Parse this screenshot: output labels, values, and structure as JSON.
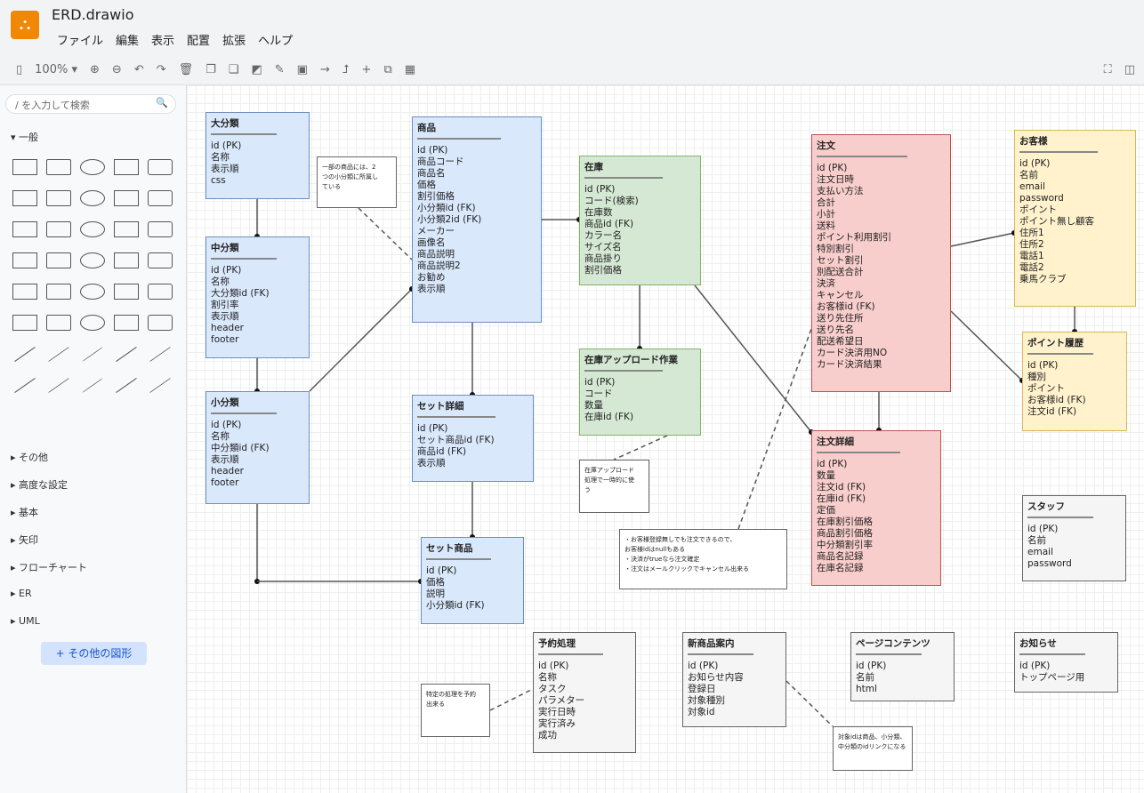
{
  "app": {
    "title": "ERD.drawio",
    "menu": [
      "ファイル",
      "編集",
      "表示",
      "配置",
      "拡張",
      "ヘルプ"
    ],
    "zoom": "100%"
  },
  "sidebar": {
    "search_placeholder": "/ を入力して検索",
    "general": "一般",
    "sections": [
      "その他",
      "高度な設定",
      "基本",
      "矢印",
      "フローチャート",
      "ER",
      "UML"
    ],
    "more_shapes": "+ その他の図形"
  },
  "entities": [
    {
      "name": "大分類",
      "color": "blue",
      "fields": [
        "id (PK)",
        "名称",
        "表示順",
        "css"
      ]
    },
    {
      "name": "中分類",
      "color": "blue",
      "fields": [
        "id (PK)",
        "名称",
        "大分類id (FK)",
        "割引率",
        "表示順",
        "header",
        "footer"
      ]
    },
    {
      "name": "小分類",
      "color": "blue",
      "fields": [
        "id (PK)",
        "名称",
        "中分類id (FK)",
        "表示順",
        "header",
        "footer"
      ]
    },
    {
      "name": "商品",
      "color": "blue",
      "fields": [
        "id (PK)",
        "商品コード",
        "商品名",
        "価格",
        "割引価格",
        "小分類id (FK)",
        "小分類2id (FK)",
        "メーカー",
        "画像名",
        "商品説明",
        "商品説明2",
        "お勧め",
        "表示順"
      ]
    },
    {
      "name": "セット詳細",
      "color": "blue",
      "fields": [
        "id (PK)",
        "セット商品id (FK)",
        "商品id (FK)",
        "表示順"
      ]
    },
    {
      "name": "セット商品",
      "color": "blue",
      "fields": [
        "id (PK)",
        "価格",
        "説明",
        "小分類id (FK)"
      ]
    },
    {
      "name": "在庫",
      "color": "green",
      "fields": [
        "id (PK)",
        "コード(検索)",
        "在庫数",
        "商品id (FK)",
        "カラー名",
        "サイズ名",
        "商品掛り",
        "割引価格"
      ]
    },
    {
      "name": "在庫アップロード作業",
      "color": "green",
      "fields": [
        "id (PK)",
        "コード",
        "数量",
        "在庫id (FK)"
      ]
    },
    {
      "name": "注文",
      "color": "red",
      "fields": [
        "id (PK)",
        "注文日時",
        "支払い方法",
        "合計",
        "小計",
        "送料",
        "ポイント利用割引",
        "特別割引",
        "セット割引",
        "別配送合計",
        "決済",
        "キャンセル",
        "お客様id (FK)",
        "送り先住所",
        "送り先名",
        "配送希望日",
        "カード決済用NO",
        "カード決済結果"
      ]
    },
    {
      "name": "注文詳細",
      "color": "red",
      "fields": [
        "id (PK)",
        "数量",
        "注文id (FK)",
        "在庫id (FK)",
        "定価",
        "在庫割引価格",
        "商品割引価格",
        "中分類割引率",
        "商品名記録",
        "在庫名記録"
      ]
    },
    {
      "name": "お客様",
      "color": "yellow",
      "fields": [
        "id (PK)",
        "名前",
        "email",
        "password",
        "ポイント",
        "ポイント無し顧客",
        "住所1",
        "住所2",
        "電話1",
        "電話2",
        "乗馬クラブ"
      ]
    },
    {
      "name": "ポイント履歴",
      "color": "yellow",
      "fields": [
        "id (PK)",
        "種別",
        "ポイント",
        "お客様id (FK)",
        "注文id (FK)"
      ]
    },
    {
      "name": "スタッフ",
      "color": "gray",
      "fields": [
        "id (PK)",
        "名前",
        "email",
        "password"
      ]
    },
    {
      "name": "予約処理",
      "color": "gray",
      "fields": [
        "id (PK)",
        "名称",
        "タスク",
        "パラメター",
        "実行日時",
        "実行済み",
        "成功"
      ]
    },
    {
      "name": "新商品案内",
      "color": "gray",
      "fields": [
        "id (PK)",
        "お知らせ内容",
        "登録日",
        "対象種別",
        "対象id"
      ]
    },
    {
      "name": "ページコンテンツ",
      "color": "gray",
      "fields": [
        "id (PK)",
        "名前",
        "html"
      ]
    },
    {
      "name": "お知らせ",
      "color": "gray",
      "fields": [
        "id (PK)",
        "トップページ用"
      ]
    }
  ],
  "notes": [
    "一部の商品には、2\nつの小分類に所属し\nている",
    "在庫アップロード\n処理で一時的に使\nう",
    "・お客様登録無しでも注文できるので、\n  お客様idはnullもある\n・決済がtrueなら注文確定\n・注文はメールクリックでキャンセル出来る",
    "特定の処理を予約\n出来る",
    "対象idは商品、小分類、\n中分類のidリンクになる"
  ]
}
